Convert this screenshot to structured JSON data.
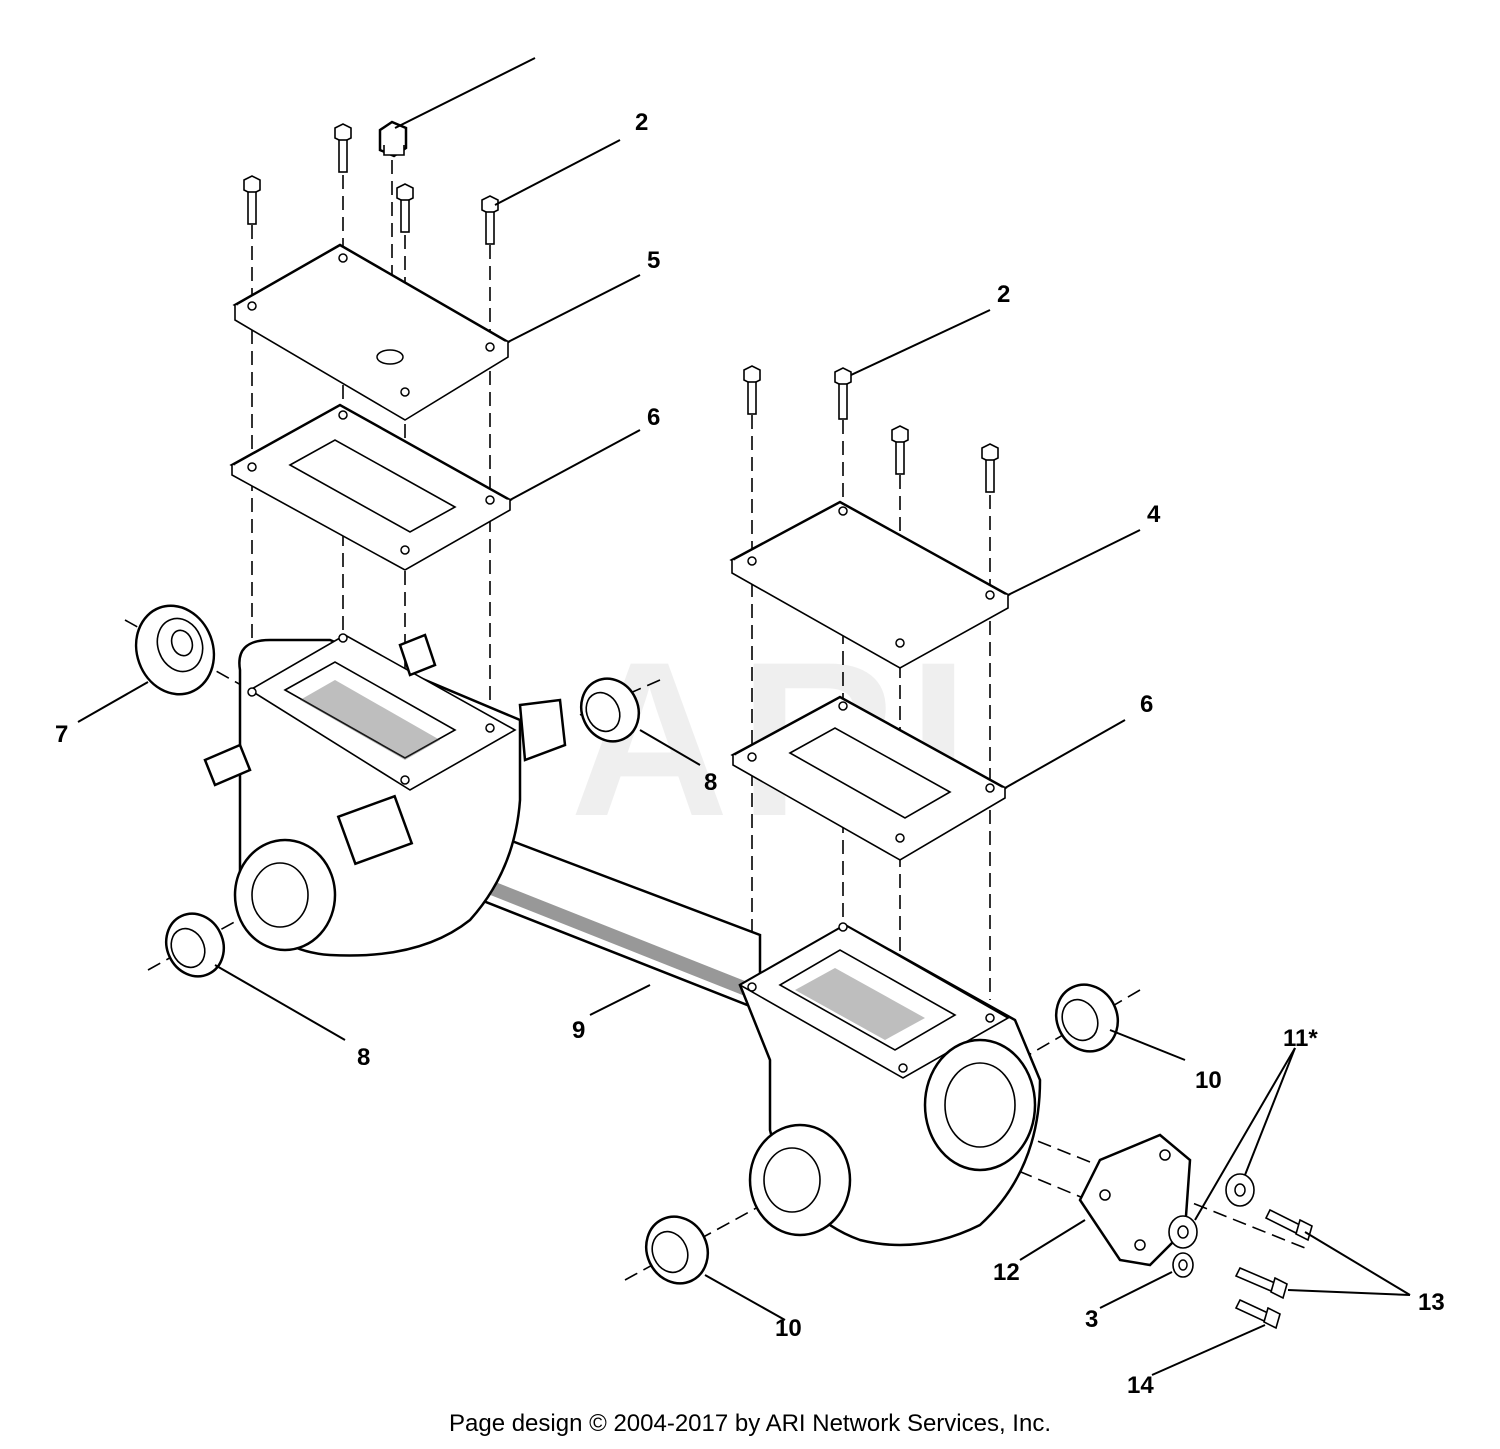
{
  "diagram": {
    "watermark": "ARI",
    "callouts": [
      {
        "id": "2a",
        "label": "2"
      },
      {
        "id": "5",
        "label": "5"
      },
      {
        "id": "6a",
        "label": "6"
      },
      {
        "id": "2b",
        "label": "2"
      },
      {
        "id": "4",
        "label": "4"
      },
      {
        "id": "6b",
        "label": "6"
      },
      {
        "id": "7",
        "label": "7"
      },
      {
        "id": "8a",
        "label": "8"
      },
      {
        "id": "8b",
        "label": "8"
      },
      {
        "id": "9",
        "label": "9"
      },
      {
        "id": "10a",
        "label": "10"
      },
      {
        "id": "10b",
        "label": "10"
      },
      {
        "id": "11",
        "label": "11*"
      },
      {
        "id": "12",
        "label": "12"
      },
      {
        "id": "13",
        "label": "13"
      },
      {
        "id": "3",
        "label": "3"
      },
      {
        "id": "14",
        "label": "14"
      }
    ]
  },
  "footer": {
    "copyright": "Page design © 2004-2017 by ARI Network Services, Inc."
  }
}
